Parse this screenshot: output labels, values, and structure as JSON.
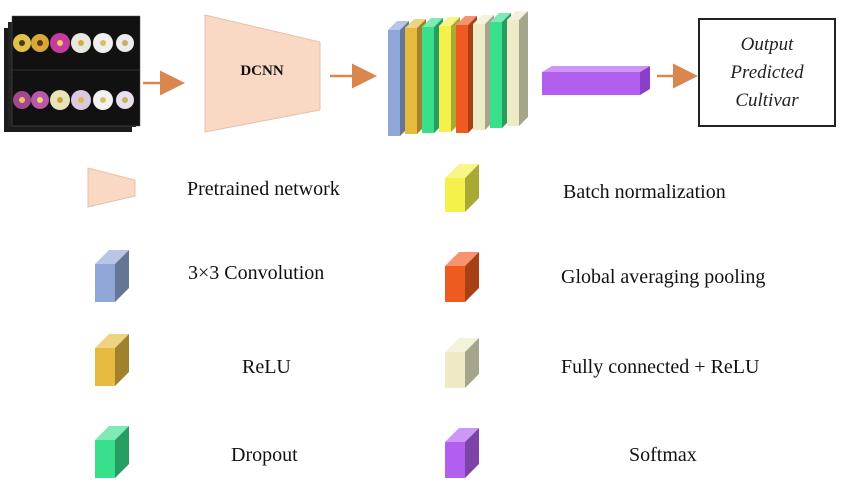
{
  "diagram": {
    "dcnn_label": "DCNN",
    "output_lines": [
      "Output",
      "Predicted",
      "Cultivar"
    ]
  },
  "colors": {
    "pretrained": "#f9d8c4",
    "conv": "#8fa7d6",
    "relu": "#e6b93f",
    "dropout": "#38e08c",
    "batchnorm": "#f4f14a",
    "gap": "#ef5a21",
    "fc": "#ecebc6",
    "softmax": "#b25ff0",
    "arrow": "#d9874f"
  },
  "legend": [
    {
      "label": "Pretrained network",
      "icon": "pretrained-network-icon"
    },
    {
      "label": "Batch normalization",
      "icon": "batch-normalization-icon"
    },
    {
      "label": "3×3 Convolution",
      "icon": "convolution-icon"
    },
    {
      "label": "Global averaging pooling",
      "icon": "global-averaging-pooling-icon"
    },
    {
      "label": "ReLU",
      "icon": "relu-icon"
    },
    {
      "label": "Fully connected + ReLU",
      "icon": "fully-connected-relu-icon"
    },
    {
      "label": "Dropout",
      "icon": "dropout-icon"
    },
    {
      "label": "Softmax",
      "icon": "softmax-icon"
    }
  ]
}
